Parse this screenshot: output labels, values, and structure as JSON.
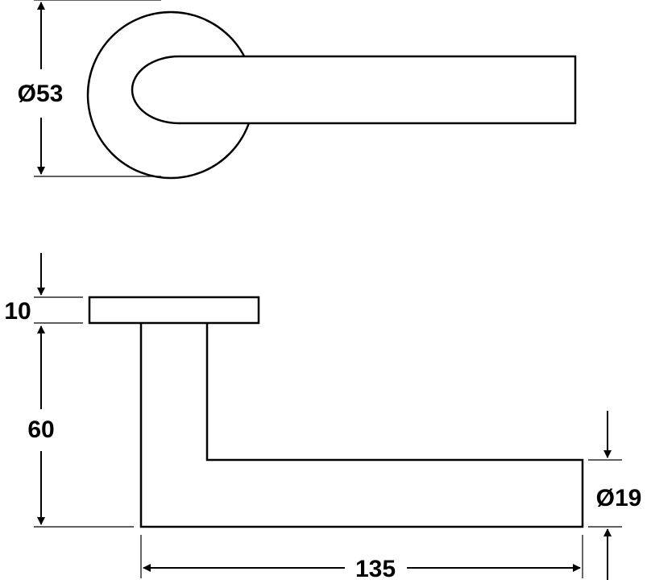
{
  "dimensions": {
    "rose_diameter": "Ø53",
    "rose_thickness": "10",
    "lever_height": "60",
    "lever_diameter": "Ø19",
    "lever_length": "135"
  }
}
